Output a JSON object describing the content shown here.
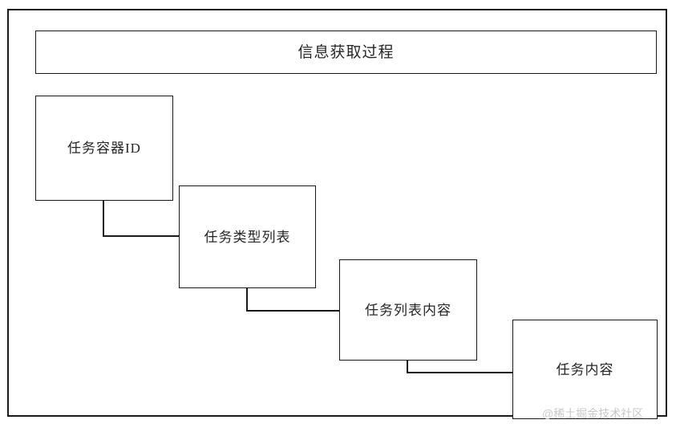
{
  "diagram": {
    "header": {
      "title": "信息获取过程"
    },
    "nodes": [
      {
        "id": "node-1",
        "label": "任务容器ID"
      },
      {
        "id": "node-2",
        "label": "任务类型列表"
      },
      {
        "id": "node-3",
        "label": "任务列表内容"
      },
      {
        "id": "node-4",
        "label": "任务内容"
      }
    ],
    "connectors": [
      {
        "from": "node-1",
        "to": "node-2"
      },
      {
        "from": "node-2",
        "to": "node-3"
      },
      {
        "from": "node-3",
        "to": "node-4"
      }
    ],
    "watermark": "@稀土掘金技术社区",
    "colors": {
      "stroke": "#1a1a1a",
      "text": "#262626",
      "background": "#ffffff",
      "watermark": "#c9c9c9"
    }
  }
}
